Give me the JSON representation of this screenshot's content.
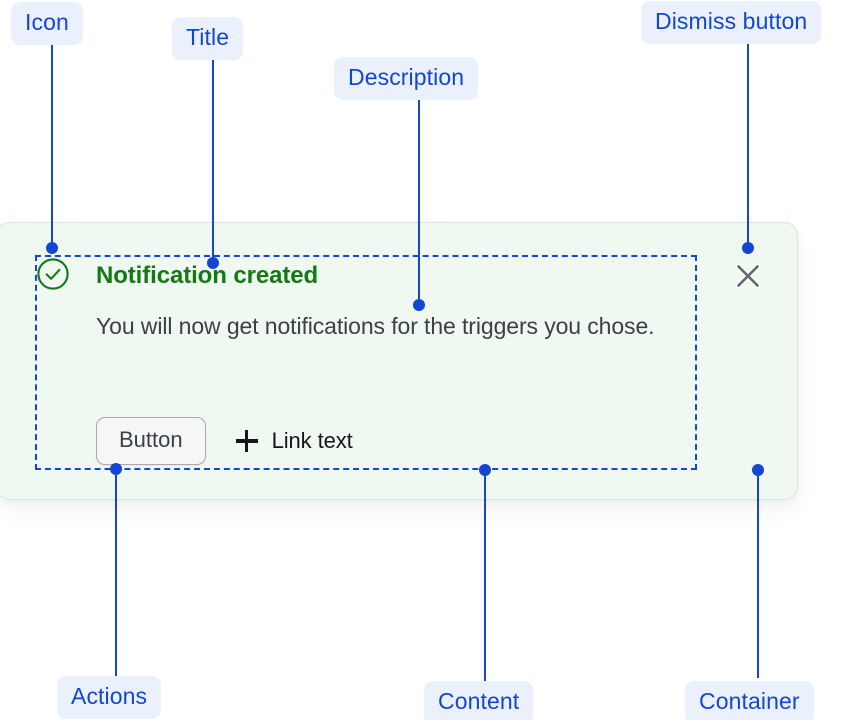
{
  "annotations": [
    {
      "label": "Icon",
      "name": "annotation-icon"
    },
    {
      "label": "Title",
      "name": "annotation-title"
    },
    {
      "label": "Description",
      "name": "annotation-description"
    },
    {
      "label": "Dismiss button",
      "name": "annotation-dismiss-button"
    },
    {
      "label": "Actions",
      "name": "annotation-actions"
    },
    {
      "label": "Content",
      "name": "annotation-content"
    },
    {
      "label": "Container",
      "name": "annotation-container"
    }
  ],
  "notification": {
    "status_icon": "check-circle-icon",
    "title": "Notification created",
    "description": "You will now get notifications for the triggers you chose.",
    "actions": {
      "button_label": "Button",
      "link_icon": "plus-icon",
      "link_label": "Link text"
    },
    "dismiss_icon": "close-icon"
  },
  "colors": {
    "annotation_blue": "#1446d4",
    "annotation_pill_bg": "#eaf1fd",
    "success_green": "#137a13",
    "card_bg": "#f0f8f2",
    "card_border": "#d4e9da",
    "body_text": "#3b4148",
    "link_text": "#14181d",
    "dismiss_gray": "#626871",
    "page_bg": "#ffffff"
  }
}
